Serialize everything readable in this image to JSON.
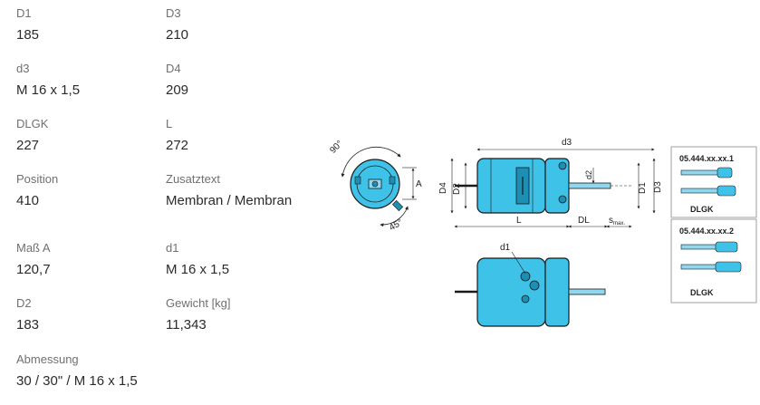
{
  "specs": [
    {
      "label": "D1",
      "value": "185"
    },
    {
      "label": "D3",
      "value": "210"
    },
    {
      "label": "d3",
      "value": "M 16 x 1,5"
    },
    {
      "label": "D4",
      "value": "209"
    },
    {
      "label": "DLGK",
      "value": "227"
    },
    {
      "label": "L",
      "value": "272"
    },
    {
      "label": "Position",
      "value": "410"
    },
    {
      "label": "Zusatztext",
      "value": "Membran / Membran"
    },
    {
      "label": "Maß A",
      "value": "120,7"
    },
    {
      "label": "d1",
      "value": "M 16 x 1,5"
    },
    {
      "label": "D2",
      "value": "183"
    },
    {
      "label": "Gewicht [kg]",
      "value": "11,343"
    },
    {
      "label": "Abmessung",
      "value": "30 / 30\" / M 16 x 1,5"
    }
  ],
  "drawing": {
    "angle_90": "90°",
    "angle_45": "45°",
    "dim_A": "A",
    "dim_D4": "D4",
    "dim_D2": "D2",
    "dim_d3": "d3",
    "dim_d2": "d2",
    "dim_D1": "D1",
    "dim_D3": "D3",
    "dim_L": "L",
    "dim_DL": "DL",
    "dim_smax": "s",
    "dim_smax_sub": "max.",
    "dim_d1": "d1",
    "variant1_code": "05.444.xx.xx.1",
    "variant1_label": "DLGK",
    "variant2_code": "05.444.xx.xx.2",
    "variant2_label": "DLGK"
  },
  "colors": {
    "body_fill": "#3fc2e8",
    "body_dark": "#1d8fb4",
    "rod_fill": "#8fd8f0",
    "line": "#1a1a1a",
    "label": "#707070",
    "value": "#2b2b2b"
  }
}
